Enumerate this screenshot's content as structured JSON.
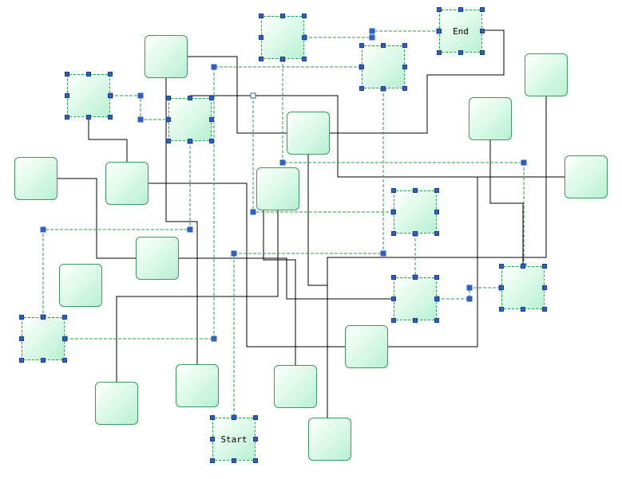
{
  "diagram": {
    "colors": {
      "edge": "#000000",
      "selected_edge": "#2aa24a",
      "node_border": "#3c9a5e",
      "node_fill": "#b8f0d2",
      "handle": "#2f5fbf"
    },
    "nodes": [
      {
        "id": "end",
        "label": "End",
        "selected": true
      },
      {
        "id": "start",
        "label": "Start",
        "selected": true
      },
      {
        "id": "n1",
        "label": "",
        "selected": true
      },
      {
        "id": "n2",
        "label": "",
        "selected": true
      },
      {
        "id": "n3",
        "label": "",
        "selected": true
      },
      {
        "id": "n4",
        "label": "",
        "selected": true
      },
      {
        "id": "n5",
        "label": "",
        "selected": true
      },
      {
        "id": "n6",
        "label": "",
        "selected": true
      },
      {
        "id": "n7",
        "label": "",
        "selected": true
      },
      {
        "id": "n8",
        "label": "",
        "selected": true
      },
      {
        "id": "n9",
        "label": "",
        "selected": false
      },
      {
        "id": "n10",
        "label": "",
        "selected": false
      },
      {
        "id": "n11",
        "label": "",
        "selected": false
      },
      {
        "id": "n12",
        "label": "",
        "selected": false
      },
      {
        "id": "n13",
        "label": "",
        "selected": false
      },
      {
        "id": "n14",
        "label": "",
        "selected": false
      },
      {
        "id": "n15",
        "label": "",
        "selected": false
      },
      {
        "id": "n16",
        "label": "",
        "selected": false
      },
      {
        "id": "n17",
        "label": "",
        "selected": false
      },
      {
        "id": "n18",
        "label": "",
        "selected": false
      },
      {
        "id": "n19",
        "label": "",
        "selected": false
      },
      {
        "id": "n20",
        "label": "",
        "selected": false
      },
      {
        "id": "n21",
        "label": "",
        "selected": false
      },
      {
        "id": "n22",
        "label": "",
        "selected": false
      },
      {
        "id": "n23",
        "label": "",
        "selected": false
      },
      {
        "id": "n24",
        "label": "",
        "selected": false
      }
    ]
  }
}
